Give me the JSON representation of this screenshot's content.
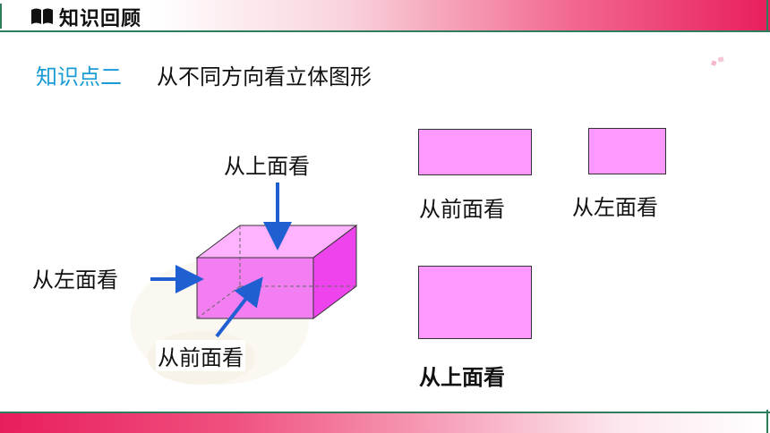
{
  "header": {
    "title": "知识回顾",
    "icon": "book-icon"
  },
  "section": {
    "title": "知识点二",
    "subtitle": "从不同方向看立体图形"
  },
  "figure": {
    "label_top": "从上面看",
    "label_left": "从左面看",
    "label_front": "从前面看"
  },
  "views": {
    "front": "从前面看",
    "left": "从左面看",
    "top": "从上面看"
  },
  "colors": {
    "accent_blue": "#1a9bd6",
    "shape_fill": "#ff99ff",
    "arrow_blue": "#1f5fd1",
    "header_pink": "#e81e5c",
    "rule_green": "#2e7d5b"
  }
}
